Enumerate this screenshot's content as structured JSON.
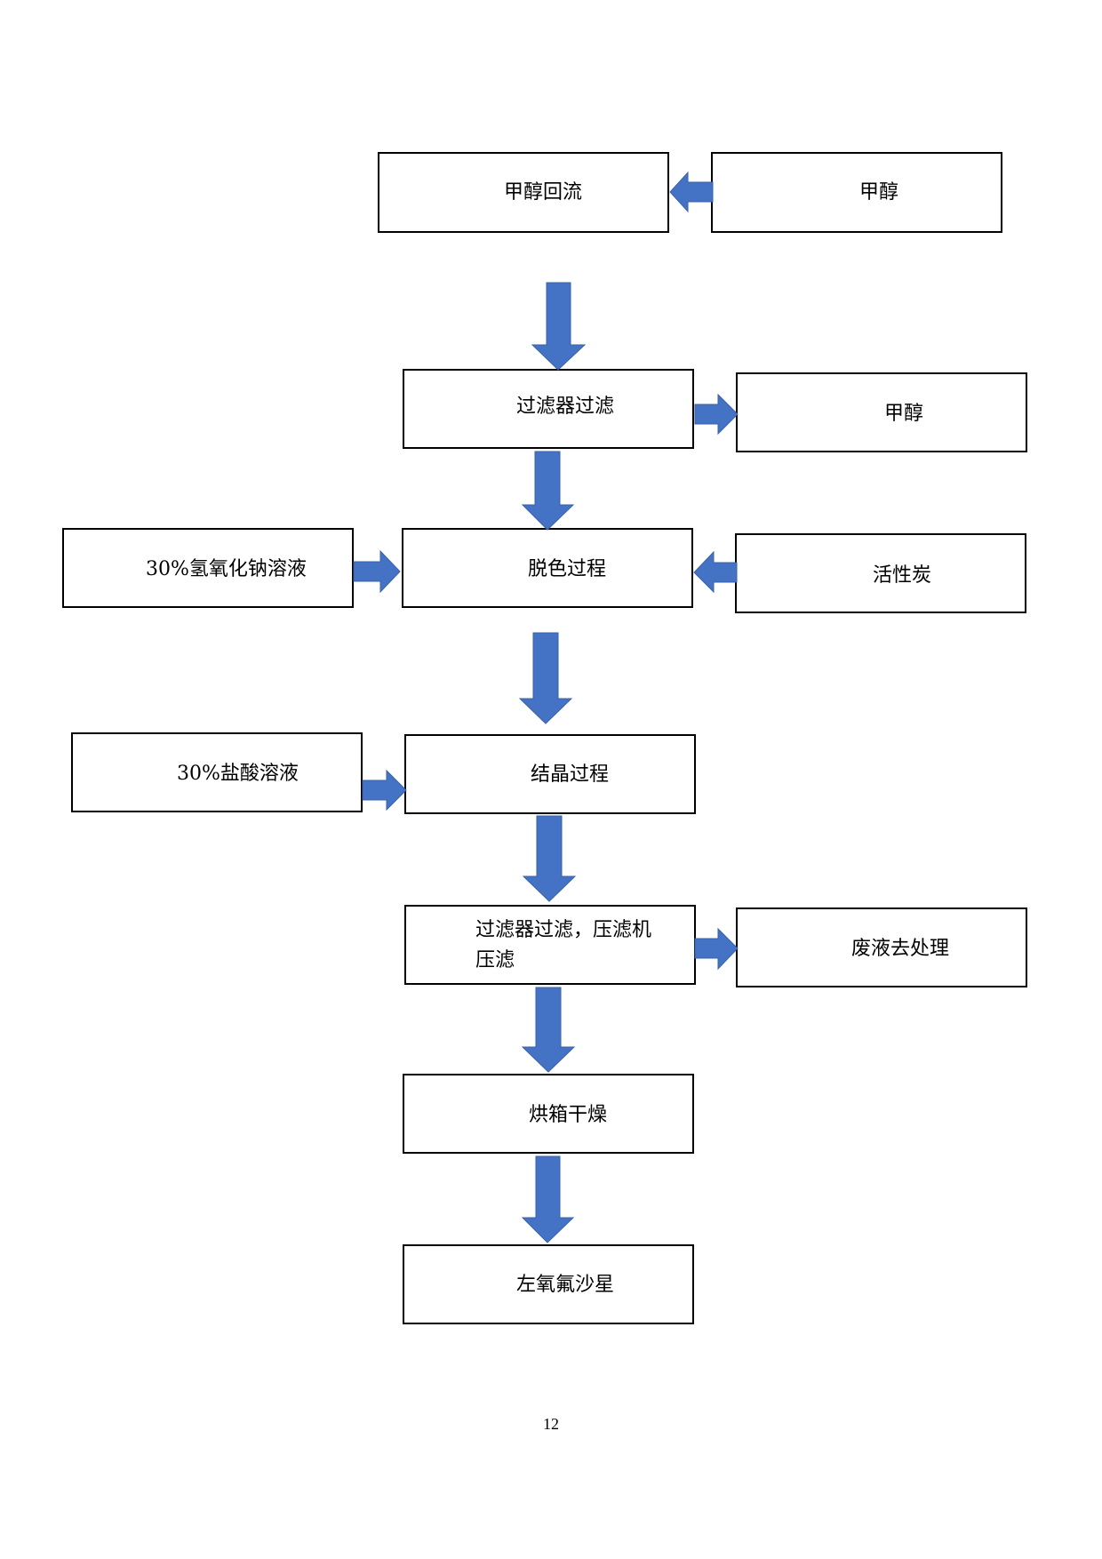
{
  "nodes": {
    "methanol_reflux": "甲醇回流",
    "methanol_input": "甲醇",
    "filter_1": "过滤器过滤",
    "methanol_output": "甲醇",
    "sodium_hydroxide": "30%氢氧化钠溶液",
    "decolorization": "脱色过程",
    "activated_carbon": "活性炭",
    "hydrochloric_acid": "30%盐酸溶液",
    "crystallization": "结晶过程",
    "filter_press": "过滤器过滤，压滤机\n压滤",
    "waste_liquid": "废液去处理",
    "oven_drying": "烘箱干燥",
    "levofloxacin": "左氧氟沙星"
  },
  "colors": {
    "arrow_fill": "#4472C4",
    "box_border": "#000000"
  },
  "page_number": "12"
}
